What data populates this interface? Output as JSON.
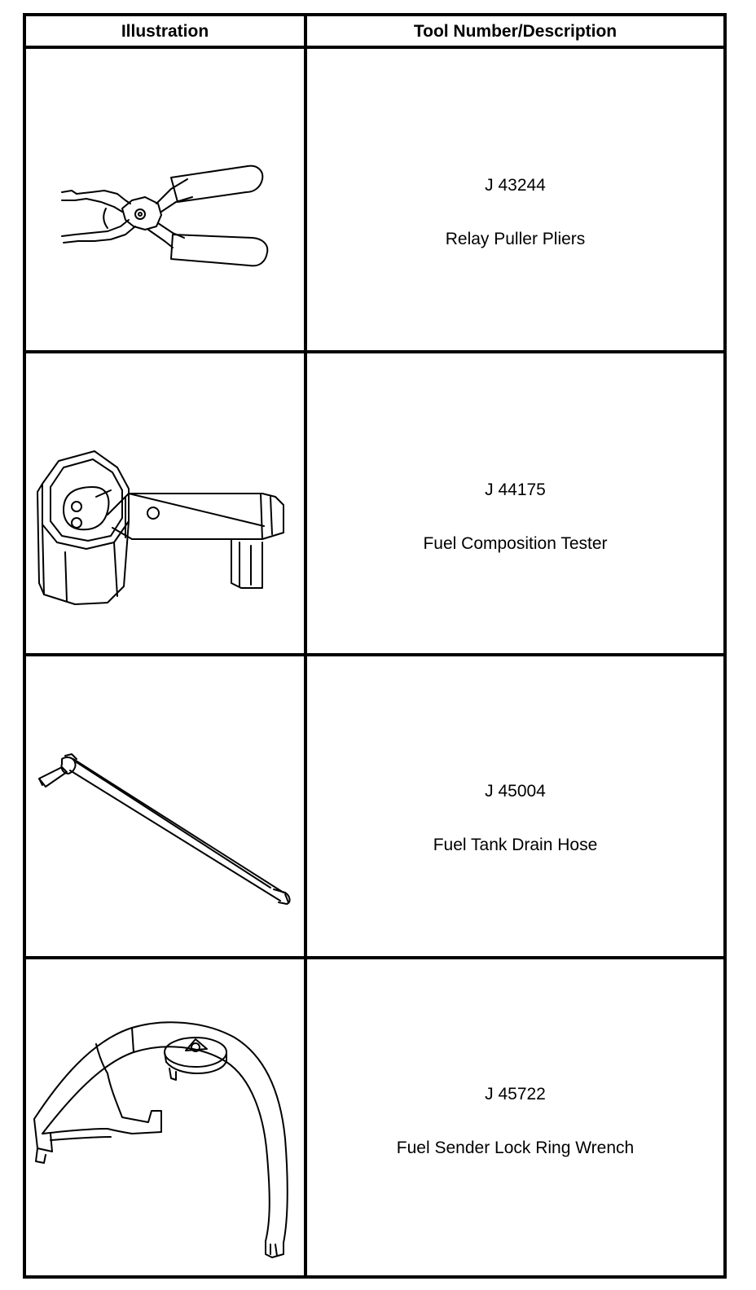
{
  "table": {
    "header": {
      "illustration": "Illustration",
      "tool": "Tool Number/Description"
    },
    "rows": [
      {
        "number": "J 43244",
        "description": "Relay Puller Pliers",
        "icon": "relay-puller-pliers-icon"
      },
      {
        "number": "J 44175",
        "description": "Fuel Composition Tester",
        "icon": "fuel-composition-tester-icon"
      },
      {
        "number": "J 45004",
        "description": "Fuel Tank Drain Hose",
        "icon": "fuel-tank-drain-hose-icon"
      },
      {
        "number": "J 45722",
        "description": "Fuel Sender Lock Ring Wrench",
        "icon": "lock-ring-wrench-icon"
      }
    ]
  }
}
